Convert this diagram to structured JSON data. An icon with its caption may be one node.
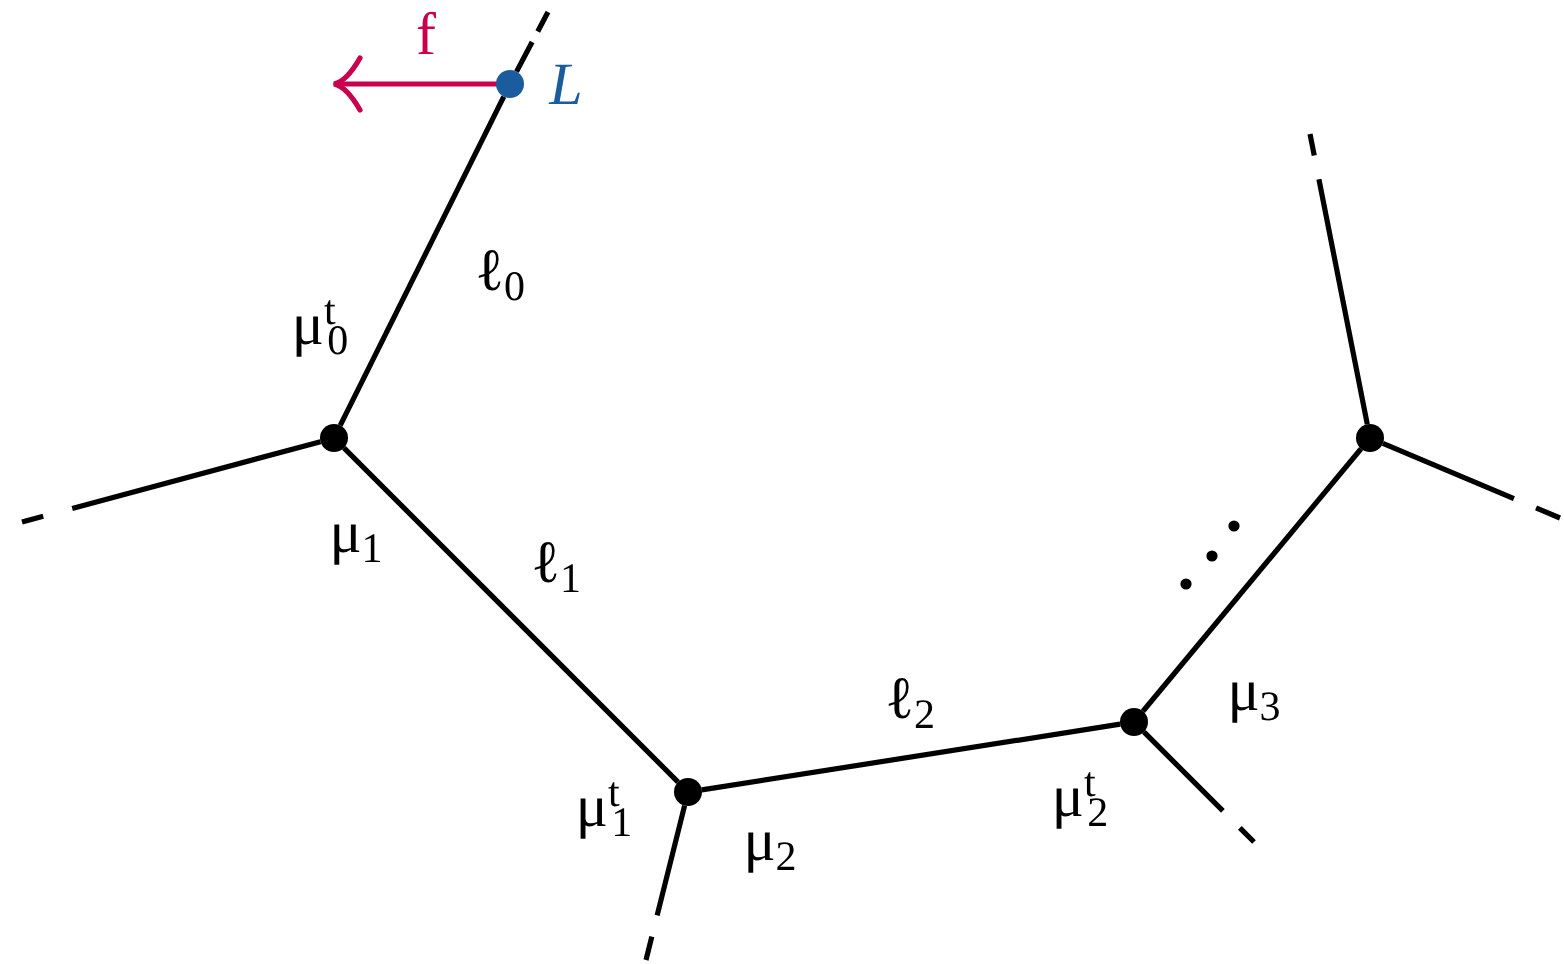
{
  "diagram": {
    "nodes": [
      {
        "text": [],
        "shape": "circle",
        "beside": [
          "L"
        ]
      },
      {
        "text": [],
        "shape": "circle"
      },
      {
        "text": [],
        "shape": "circle"
      },
      {
        "text": [],
        "shape": "circle"
      },
      {
        "text": [],
        "shape": "circle"
      }
    ],
    "edges": [
      {
        "from": 0,
        "to": 1,
        "arrow": "none",
        "label": "ℓ$_{0}$"
      },
      {
        "from": 1,
        "to": 2,
        "arrow": "none",
        "label": "ℓ$_{1}$"
      },
      {
        "from": 2,
        "to": 3,
        "arrow": "none",
        "label": "ℓ$_{2}$"
      },
      {
        "from": 3,
        "to": 4,
        "arrow": "none"
      },
      {
        "from": 0,
        "to": null,
        "arrow": "none",
        "style": "dashed"
      },
      {
        "from": 1,
        "to": null,
        "arrow": "none",
        "style": "dashed"
      },
      {
        "from": 2,
        "to": null,
        "arrow": "none",
        "style": "dashed"
      },
      {
        "from": 3,
        "to": null,
        "arrow": "none",
        "style": "dashed"
      },
      {
        "from": 4,
        "to": null,
        "arrow": "none",
        "style": "dashed"
      },
      {
        "from": 4,
        "to": null,
        "arrow": "none",
        "style": "dashed"
      }
    ],
    "labels": [
      "f",
      "μ$^{t}$$_{0}$",
      "μ$_{1}$",
      "μ$^{t}$$_{1}$",
      "μ$_{2}$",
      "μ$^{t}$$_{2}$",
      "μ$_{3}$"
    ]
  }
}
